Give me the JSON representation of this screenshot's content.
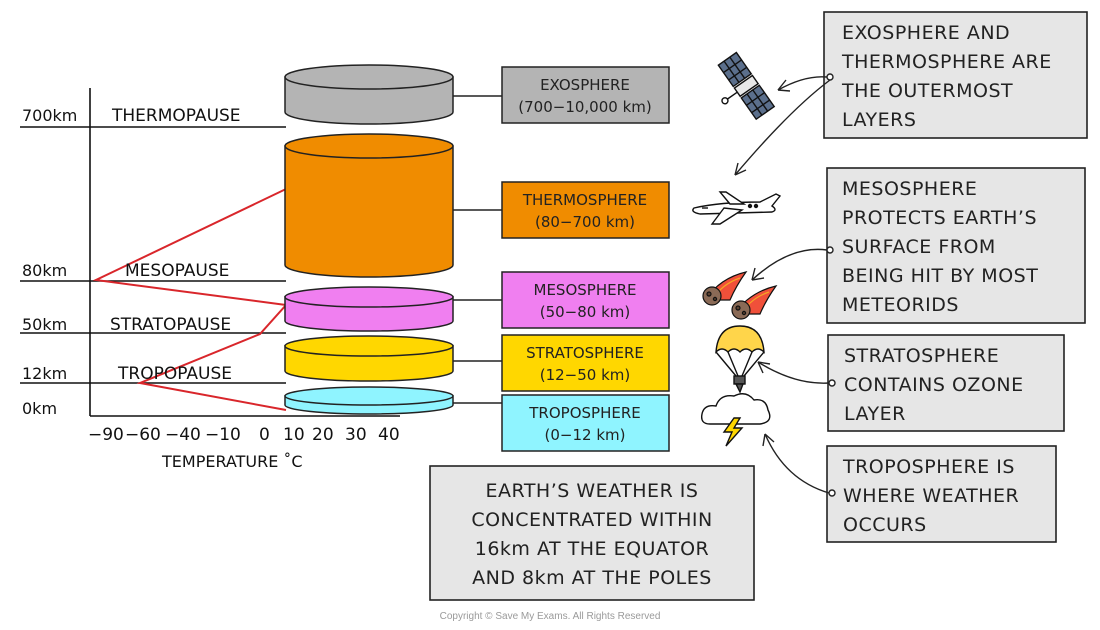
{
  "altitudes": [
    {
      "label": "700km",
      "boundary": "THERMOPAUSE"
    },
    {
      "label": "80km",
      "boundary": "MESOPAUSE"
    },
    {
      "label": "50km",
      "boundary": "STRATOPAUSE"
    },
    {
      "label": "12km",
      "boundary": "TROPOPAUSE"
    },
    {
      "label": "0km",
      "boundary": ""
    }
  ],
  "temperature_axis": {
    "ticks": [
      "−90",
      "−60",
      "−40",
      "−10",
      "0",
      "10",
      "20",
      "30",
      "40"
    ],
    "label": "TEMPERATURE ˚C"
  },
  "layers": [
    {
      "name": "EXOSPHERE",
      "range": "(700−10,000 km)",
      "color": "#b4b4b4"
    },
    {
      "name": "THERMOSPHERE",
      "range": "(80−700 km)",
      "color": "#f08c00"
    },
    {
      "name": "MESOSPHERE",
      "range": "(50−80 km)",
      "color": "#f07ff0"
    },
    {
      "name": "STRATOSPHERE",
      "range": "(12−50 km)",
      "color": "#ffd700"
    },
    {
      "name": "TROPOSPHERE",
      "range": "(0−12 km)",
      "color": "#8ff4ff"
    }
  ],
  "notes": {
    "outermost": [
      "EXOSPHERE AND",
      "THERMOSPHERE ARE",
      "THE OUTERMOST",
      "LAYERS"
    ],
    "mesosphere": [
      "MESOSPHERE",
      "PROTECTS EARTH’S",
      "SURFACE FROM",
      "BEING HIT BY MOST",
      "METEORIDS"
    ],
    "ozone": [
      "STRATOSPHERE",
      "CONTAINS OZONE",
      "LAYER"
    ],
    "weather": [
      "TROPOSPHERE IS",
      "WHERE WEATHER",
      "OCCURS"
    ],
    "equator": [
      "EARTH’S WEATHER IS",
      "CONCENTRATED WITHIN",
      "16km AT THE EQUATOR",
      "AND 8km AT THE POLES"
    ]
  },
  "icons": [
    "satellite-icon",
    "airplane-icon",
    "meteor-icon",
    "parachute-icon",
    "storm-cloud-icon"
  ],
  "colors": {
    "temperature_line": "#d9262b",
    "note_fill": "#e6e6e6"
  },
  "copyright": "Copyright © Save My Exams. All Rights Reserved"
}
